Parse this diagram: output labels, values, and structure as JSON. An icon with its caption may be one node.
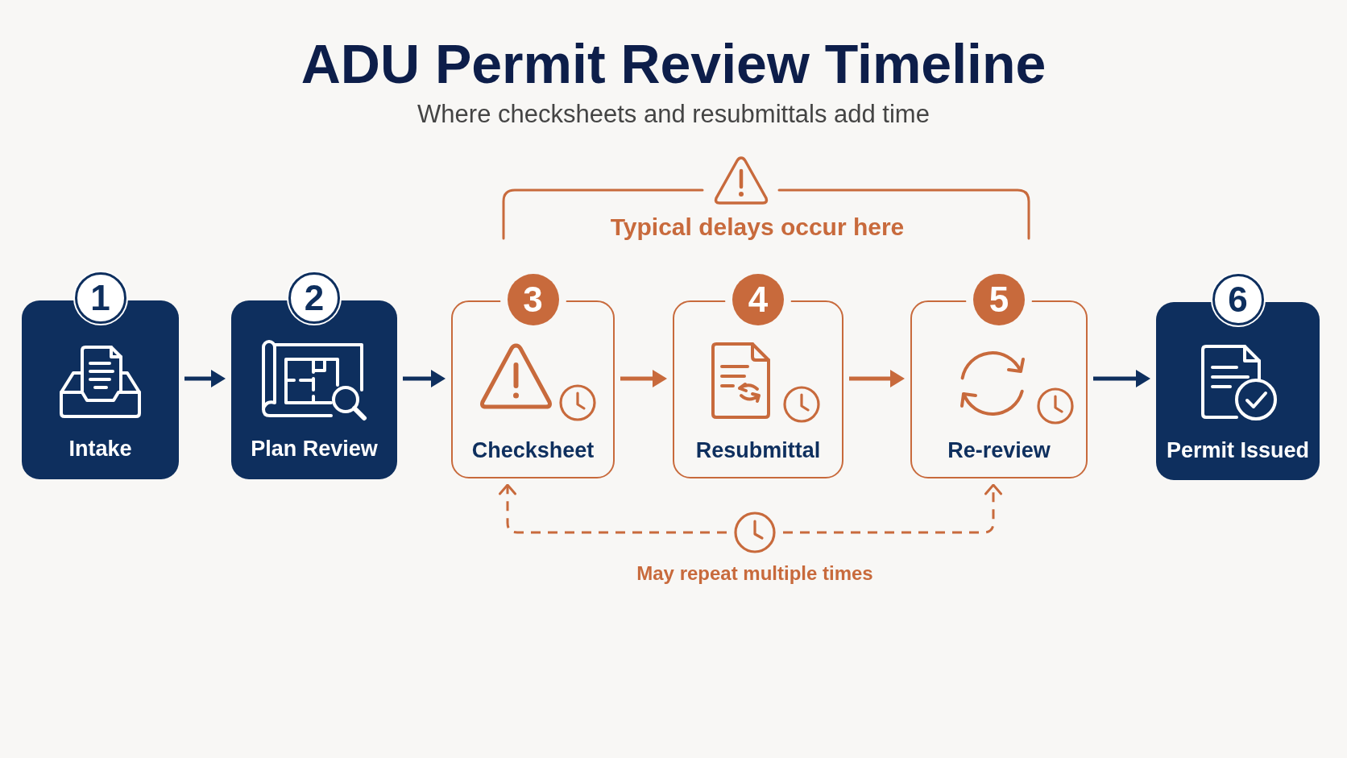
{
  "diagram": {
    "title": "ADU Permit Review Timeline",
    "nodes": [
      {
        "text": [
          "1",
          "Intake"
        ]
      },
      {
        "text": [
          "2",
          "Plan Review"
        ]
      },
      {
        "text": [
          "3",
          "Checksheet"
        ]
      },
      {
        "text": [
          "4",
          "Resubmittal"
        ]
      },
      {
        "text": [
          "5",
          "Re-review"
        ]
      },
      {
        "text": [
          "6",
          "Permit Issued"
        ]
      },
      {
        "text": [],
        "shape": "clock",
        "beside": [
          "May repeat multiple times"
        ]
      }
    ],
    "edges": [
      {
        "from": 0,
        "to": 1,
        "arrow": "to",
        "color": "#0e2f5e"
      },
      {
        "from": 1,
        "to": 2,
        "arrow": "to",
        "color": "#0e2f5e"
      },
      {
        "from": 2,
        "to": 3,
        "arrow": "to"
      },
      {
        "from": 3,
        "to": 4,
        "arrow": "to"
      },
      {
        "from": 4,
        "to": 5,
        "arrow": "to",
        "color": "#0e2f5e"
      },
      {
        "from": 6,
        "to": 2,
        "arrow": "to",
        "style": "dashed"
      },
      {
        "from": 6,
        "to": 4,
        "arrow": "to",
        "style": "dashed"
      }
    ],
    "labels": [
      "Where checksheets and resubmittals add time",
      "Typical delays occur here"
    ]
  }
}
